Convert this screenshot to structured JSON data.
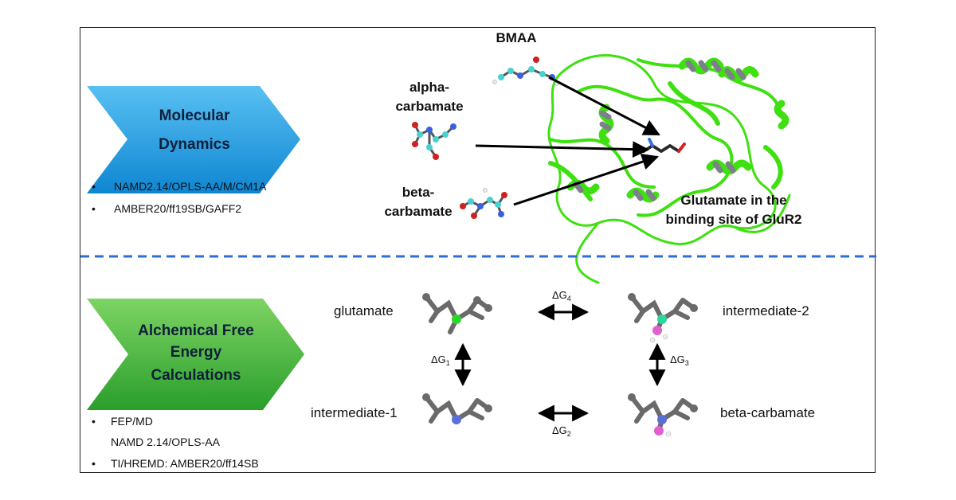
{
  "top": {
    "chevron_line1": "Molecular",
    "chevron_line2": "Dynamics",
    "bullets": [
      "NAMD2.14/OPLS-AA/M/CM1A",
      "AMBER20/ff19SB/GAFF2"
    ],
    "molecules": {
      "bmaa": "BMAA",
      "alpha_line1": "alpha-",
      "alpha_line2": "carbamate",
      "beta_line1": "beta-",
      "beta_line2": "carbamate"
    },
    "protein_caption_line1": "Glutamate in the",
    "protein_caption_line2": "binding site of GluR2"
  },
  "bottom": {
    "chevron_line1": "Alchemical Free",
    "chevron_line2": "Energy",
    "chevron_line3": "Calculations",
    "bullets": [
      {
        "bullet": "•",
        "text": "FEP/MD"
      },
      {
        "bullet": "",
        "text": "NAMD 2.14/OPLS-AA"
      },
      {
        "bullet": "•",
        "text": "TI/HREMD: AMBER20/ff14SB"
      }
    ],
    "states": {
      "glutamate": "glutamate",
      "intermediate_2": "intermediate-2",
      "intermediate_1": "intermediate-1",
      "beta_carbamate": "beta-carbamate"
    },
    "dg_symbol": "ΔG",
    "dg1": "1",
    "dg2": "2",
    "dg3": "3",
    "dg4": "4"
  },
  "colors": {
    "blue_chevron": "#1fa0e6",
    "green_chevron": "#3fb83a",
    "protein_green": "#3fe010",
    "helix_gray": "#7c8088",
    "divider_blue": "#2c6fd1"
  }
}
